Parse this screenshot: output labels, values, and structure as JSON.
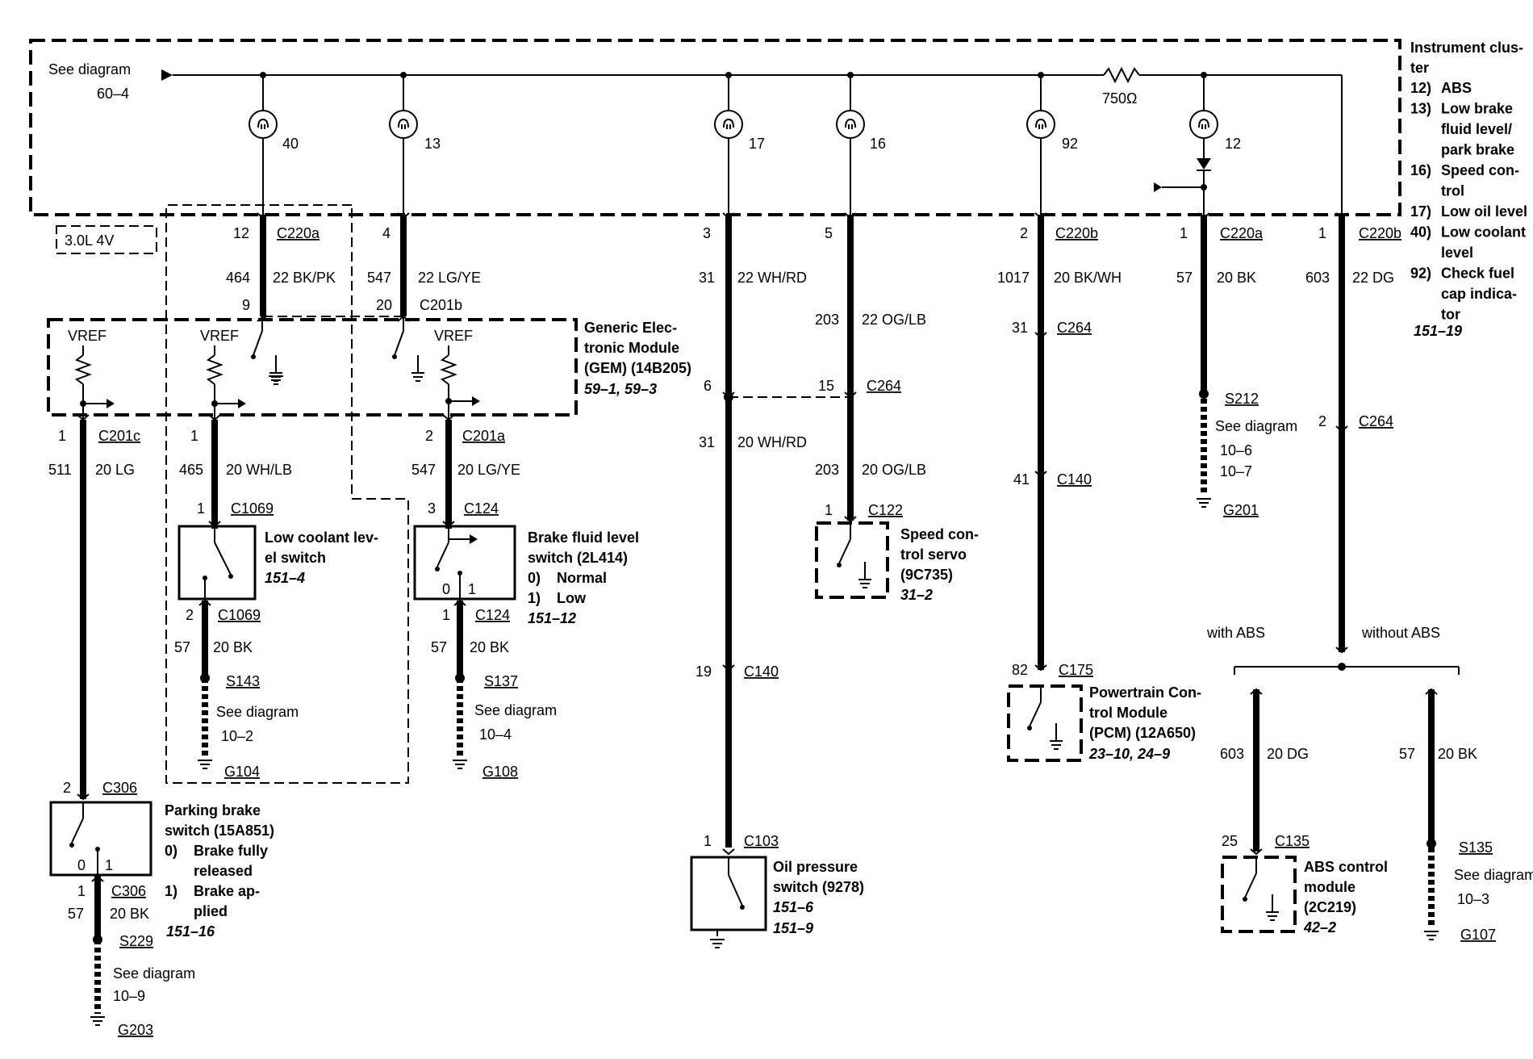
{
  "cluster": {
    "see_diagram": "See diagram",
    "see_ref": "60–4",
    "resistor": "750Ω",
    "title_lines": [
      "Instrument clus-",
      "ter"
    ],
    "legend": [
      [
        "12)",
        "ABS"
      ],
      [
        "13)",
        "Low brake"
      ],
      [
        "",
        "fluid level/"
      ],
      [
        "",
        "park brake"
      ],
      [
        "16)",
        "Speed con-"
      ],
      [
        "",
        "trol"
      ],
      [
        "17)",
        "Low oil level"
      ],
      [
        "40)",
        "Low coolant"
      ],
      [
        "",
        "level"
      ],
      [
        "92)",
        "Check fuel"
      ],
      [
        "",
        "cap indica-"
      ],
      [
        "",
        "tor"
      ]
    ],
    "ref": "151–19",
    "bulbs": [
      "40",
      "13",
      "17",
      "16",
      "92",
      "12"
    ]
  },
  "engine_tag": "3.0L 4V",
  "gem": {
    "lines": [
      "Generic Elec-",
      "tronic Module",
      "(GEM) (14B205)"
    ],
    "ref": "59–1, 59–3",
    "vref": [
      "VREF",
      "VREF",
      "VREF"
    ]
  },
  "connectors": {
    "c220a_12": [
      "12",
      "C220a"
    ],
    "c220a_4": [
      "4",
      ""
    ],
    "c220a_3": [
      "3",
      ""
    ],
    "c220a_5": [
      "5",
      ""
    ],
    "c220b_2": [
      "2",
      "C220b"
    ],
    "c220a_1": [
      "1",
      "C220a"
    ],
    "c220b_1": [
      "1",
      "C220b"
    ],
    "c201b_9": [
      "9",
      ""
    ],
    "c201b_20": [
      "20",
      "C201b"
    ],
    "c201c_1": [
      "1",
      "C201c"
    ],
    "c201a_1": [
      "1",
      ""
    ],
    "c201a_2": [
      "2",
      "C201a"
    ],
    "c264_6": [
      "6",
      ""
    ],
    "c264_15": [
      "15",
      "C264"
    ],
    "c264_31": [
      "31",
      "C264"
    ],
    "c264_2": [
      "2",
      "C264"
    ],
    "c140_41": [
      "41",
      "C140"
    ],
    "c140_19": [
      "19",
      "C140"
    ],
    "c175_82": [
      "82",
      "C175"
    ],
    "c122_1": [
      "1",
      "C122"
    ],
    "c1069_1": [
      "1",
      "C1069"
    ],
    "c1069_2": [
      "2",
      "C1069"
    ],
    "c124_3": [
      "3",
      "C124"
    ],
    "c124_1": [
      "1",
      "C124"
    ],
    "c306_2": [
      "2",
      "C306"
    ],
    "c306_1": [
      "1",
      "C306"
    ],
    "c103_1": [
      "1",
      "C103"
    ],
    "c135_25": [
      "25",
      "C135"
    ]
  },
  "wires": {
    "w464": [
      "464",
      "22 BK/PK"
    ],
    "w547a": [
      "547",
      "22 LG/YE"
    ],
    "w31a": [
      "31",
      "22 WH/RD"
    ],
    "w203a": [
      "203",
      "22 OG/LB"
    ],
    "w1017": [
      "1017",
      "20 BK/WH"
    ],
    "w57a": [
      "57",
      "20 BK"
    ],
    "w603a": [
      "603",
      "22 DG"
    ],
    "w511": [
      "511",
      "20 LG"
    ],
    "w465": [
      "465",
      "20 WH/LB"
    ],
    "w547b": [
      "547",
      "20 LG/YE"
    ],
    "w31b": [
      "31",
      "20 WH/RD"
    ],
    "w203b": [
      "203",
      "20 OG/LB"
    ],
    "w57b": [
      "57",
      "20 BK"
    ],
    "w57c": [
      "57",
      "20 BK"
    ],
    "w57d": [
      "57",
      "20 BK"
    ],
    "w603b": [
      "603",
      "20 DG"
    ],
    "w57e": [
      "57",
      "20 BK"
    ]
  },
  "splices": {
    "s212": {
      "id": "S212",
      "see": "See diagram",
      "refs": [
        "10–6",
        "10–7"
      ],
      "ground": "G201"
    },
    "s143": {
      "id": "S143",
      "see": "See diagram",
      "refs": [
        "10–2"
      ],
      "ground": "G104"
    },
    "s137": {
      "id": "S137",
      "see": "See diagram",
      "refs": [
        "10–4"
      ],
      "ground": "G108"
    },
    "s229": {
      "id": "S229",
      "see": "See diagram",
      "refs": [
        "10–9"
      ],
      "ground": "G203"
    },
    "s135": {
      "id": "S135",
      "see": "See diagram",
      "refs": [
        "10–3"
      ],
      "ground": "G107"
    }
  },
  "components": {
    "coolant": {
      "lines": [
        "Low coolant lev-",
        "el switch"
      ],
      "ref": "151–4"
    },
    "brake_fluid": {
      "lines": [
        "Brake fluid level",
        "switch (2L414)"
      ],
      "states": [
        [
          "0)",
          "Normal"
        ],
        [
          "1)",
          "Low"
        ]
      ],
      "ref": "151–12",
      "pos": [
        "0",
        "1"
      ]
    },
    "speed_servo": {
      "lines": [
        "Speed con-",
        "trol servo",
        "(9C735)"
      ],
      "ref": "31–2"
    },
    "pcm": {
      "lines": [
        "Powertrain Con-",
        "trol Module",
        "(PCM) (12A650)"
      ],
      "ref": "23–10, 24–9"
    },
    "parking": {
      "lines": [
        "Parking brake",
        "switch (15A851)"
      ],
      "states": [
        [
          "0)",
          "Brake fully"
        ],
        [
          "",
          "released"
        ],
        [
          "1)",
          "Brake ap-"
        ],
        [
          "",
          "plied"
        ]
      ],
      "ref": "151–16",
      "pos": [
        "0",
        "1"
      ]
    },
    "oil": {
      "lines": [
        "Oil pressure",
        "switch (9278)"
      ],
      "refs": [
        "151–6",
        "151–9"
      ]
    },
    "abs": {
      "lines": [
        "ABS control",
        "module",
        "(2C219)"
      ],
      "ref": "42–2"
    }
  },
  "branches": {
    "with": "with ABS",
    "without": "without ABS"
  }
}
